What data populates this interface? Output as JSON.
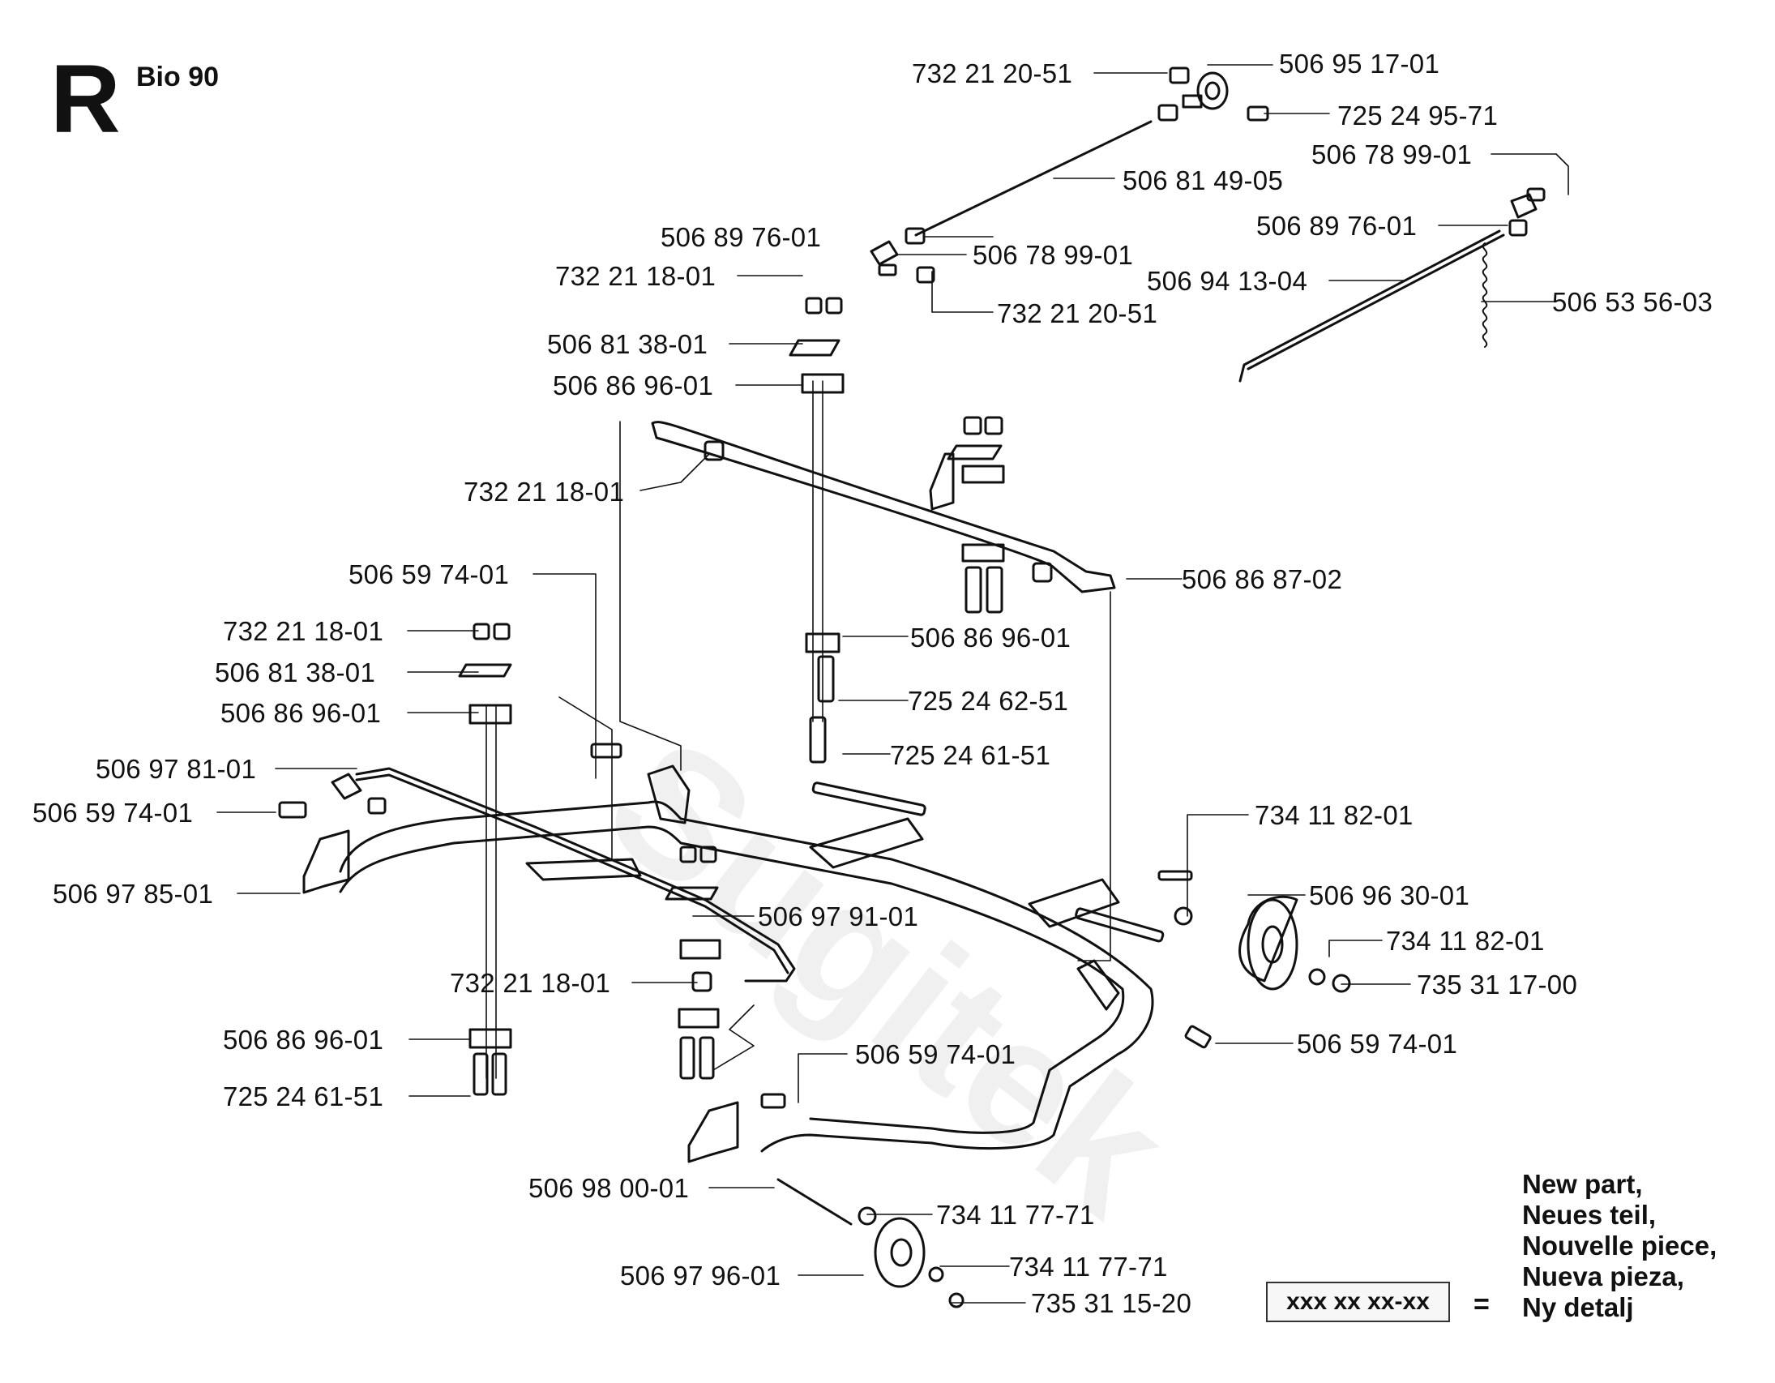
{
  "header": {
    "section": "R",
    "model": "Bio 90"
  },
  "watermark": {
    "text": "Sugitek"
  },
  "part_labels": [
    {
      "text": "732 21 20-51"
    },
    {
      "text": "506 95 17-01"
    },
    {
      "text": "725 24 95-71"
    },
    {
      "text": "506 78 99-01"
    },
    {
      "text": "506 81 49-05"
    },
    {
      "text": "506 89 76-01"
    },
    {
      "text": "506 89 76-01"
    },
    {
      "text": "506 78 99-01"
    },
    {
      "text": "506 94 13-04"
    },
    {
      "text": "732 21 20-51"
    },
    {
      "text": "506 53 56-03"
    },
    {
      "text": "732 21 18-01"
    },
    {
      "text": "506 81 38-01"
    },
    {
      "text": "506 86 96-01"
    },
    {
      "text": "732 21 18-01"
    },
    {
      "text": "506 59 74-01"
    },
    {
      "text": "506 86 87-02"
    },
    {
      "text": "732 21 18-01"
    },
    {
      "text": "506 81 38-01"
    },
    {
      "text": "506 86 96-01"
    },
    {
      "text": "506 86 96-01"
    },
    {
      "text": "725 24 62-51"
    },
    {
      "text": "725 24 61-51"
    },
    {
      "text": "506 97 81-01"
    },
    {
      "text": "506 59 74-01"
    },
    {
      "text": "506 97 85-01"
    },
    {
      "text": "734 11 82-01"
    },
    {
      "text": "506 96 30-01"
    },
    {
      "text": "506 97 91-01"
    },
    {
      "text": "734 11 82-01"
    },
    {
      "text": "732 21 18-01"
    },
    {
      "text": "735 31 17-00"
    },
    {
      "text": "506 86 96-01"
    },
    {
      "text": "506 59 74-01"
    },
    {
      "text": "506 59 74-01"
    },
    {
      "text": "725 24 61-51"
    },
    {
      "text": "506 98 00-01"
    },
    {
      "text": "734 11 77-71"
    },
    {
      "text": "506 97 96-01"
    },
    {
      "text": "734 11 77-71"
    },
    {
      "text": "735 31 15-20"
    }
  ],
  "legend": {
    "box_text": "xxx xx xx-xx",
    "equals": "=",
    "lines": [
      "New part,",
      "Neues teil,",
      "Nouvelle piece,",
      "Nueva pieza,",
      "Ny detalj"
    ]
  }
}
